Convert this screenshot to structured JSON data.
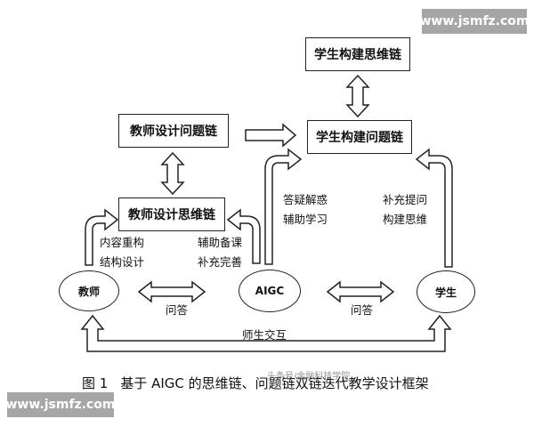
{
  "watermark": {
    "text": "www.jsmfz.com"
  },
  "boxes": {
    "student_thinking": "学生构建思维链",
    "teacher_question": "教师设计问题链",
    "student_question": "学生构建问题链",
    "teacher_thinking": "教师设计思维链"
  },
  "nodes": {
    "teacher": "教师",
    "aigc": "AIGC",
    "student": "学生"
  },
  "labels": {
    "content_1": "内容重构",
    "content_2": "结构设计",
    "aux_1": "辅助备课",
    "aux_2": "补充完善",
    "answer_1": "答疑解惑",
    "answer_2": "辅助学习",
    "supplement_1": "补充提问",
    "supplement_2": "构建思维",
    "qa_left": "问答",
    "qa_right": "问答",
    "interaction": "师生交互"
  },
  "caption": {
    "figure": "图 1",
    "text": "基于 AIGC 的思维链、问题链双链迭代教学设计框架"
  },
  "overlay_text": "头条号/金融科技学院"
}
